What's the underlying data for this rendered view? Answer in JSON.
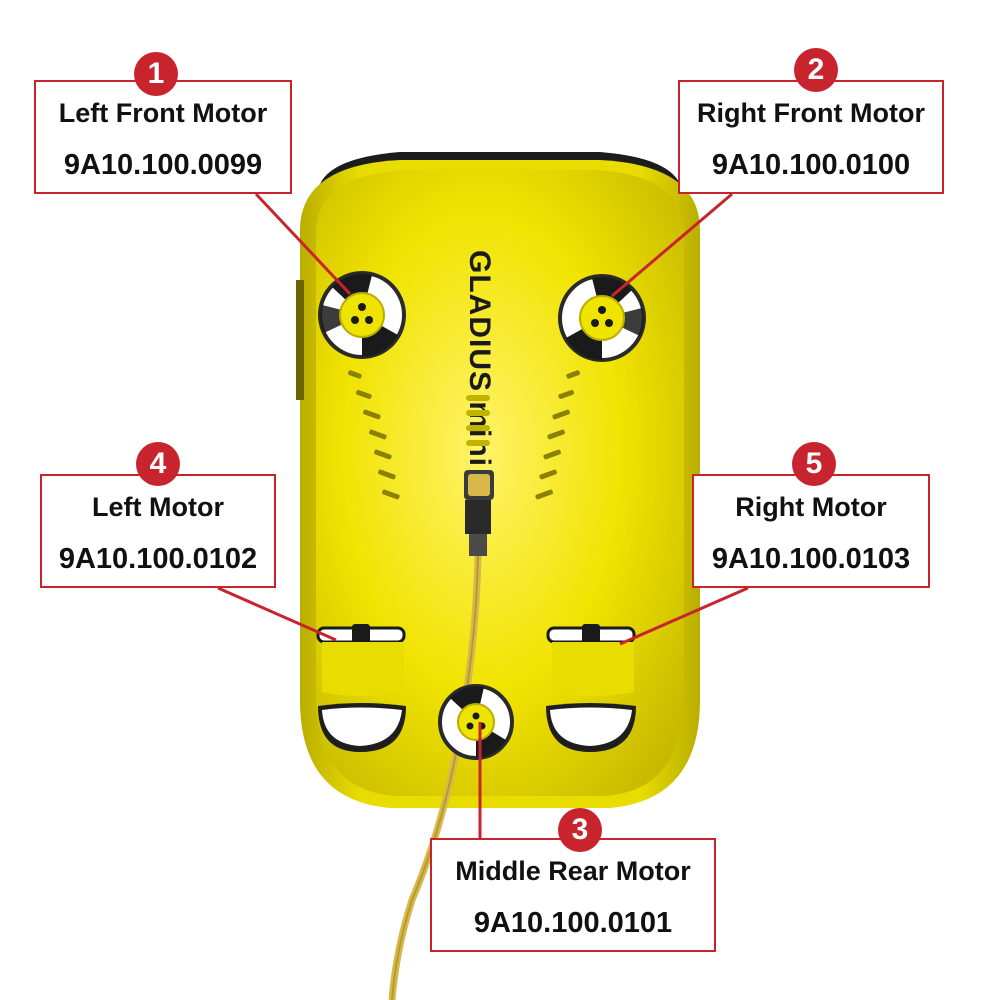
{
  "diagram": {
    "brand_text": "GLADIUS mini",
    "colors": {
      "accent": "#c8242e",
      "body_yellow": "#f0e400",
      "body_shadow": "#c9bd00",
      "cable": "#d8b84a",
      "dark": "#1a1a1a"
    },
    "callouts": [
      {
        "number": "1",
        "name": "Left Front Motor",
        "code": "9A10.100.0099"
      },
      {
        "number": "2",
        "name": "Right Front Motor",
        "code": "9A10.100.0100"
      },
      {
        "number": "3",
        "name": "Middle Rear Motor",
        "code": "9A10.100.0101"
      },
      {
        "number": "4",
        "name": "Left Motor",
        "code": "9A10.100.0102"
      },
      {
        "number": "5",
        "name": "Right Motor",
        "code": "9A10.100.0103"
      }
    ]
  }
}
